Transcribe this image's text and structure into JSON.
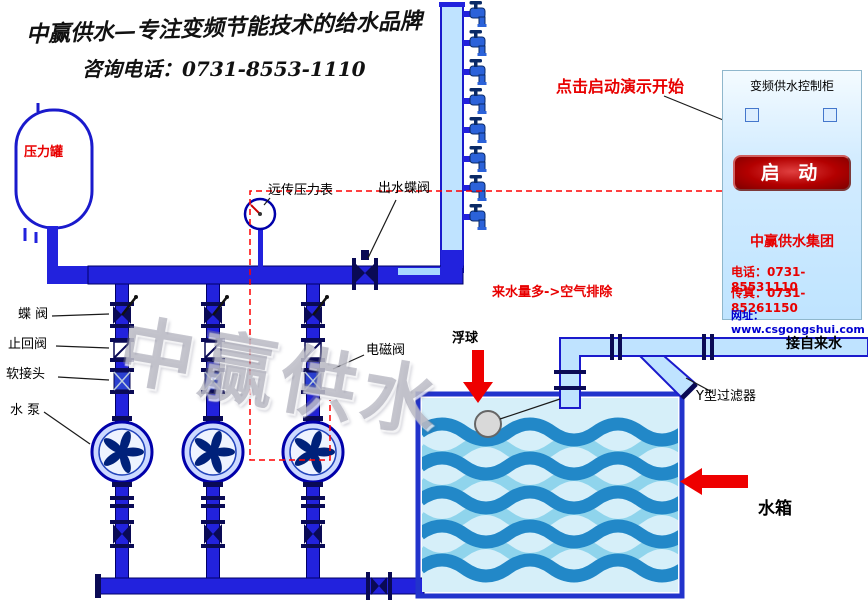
{
  "title_block": {
    "brand_line": "中赢供水—专注变频节能技术的给水品牌",
    "phone_line": "咨询电话：0731-8553-1110"
  },
  "watermark": {
    "text": "中赢供水"
  },
  "labels": {
    "pressure_tank": "压力罐",
    "butterfly_valve": "蝶 阀",
    "check_valve": "止回阀",
    "soft_joint": "软接头",
    "water_pump": "水 泵",
    "remote_pressure_gauge": "远传压力表",
    "outlet_butterfly_valve": "出水蝶阀",
    "solenoid_valve": "电磁阀",
    "float_ball": "浮球",
    "y_filter": "Y型过滤器",
    "tap_water_inlet": "接自来水",
    "water_tank": "水箱"
  },
  "notes": {
    "click_start_demo": "点击启动演示开始",
    "air_exhaust": "来水量多->空气排除"
  },
  "cabinet": {
    "title": "变频供水控制柜",
    "start_button": "启 动",
    "company": "中赢供水集团",
    "tel": "电话：0731-85531110",
    "fax": "传真：0731-85261150",
    "website": "网址：www.csgongshui.com"
  },
  "colors": {
    "pipe_blue": "#2222dd",
    "light_pipe": "#bfe3ff",
    "valve_dark": "#0a0a55",
    "accent_red": "#ee0000",
    "button_red": "#b30000",
    "tank_water": "#d6eff9",
    "wave_blue": "#2288c8",
    "website_blue": "#0000d0"
  }
}
